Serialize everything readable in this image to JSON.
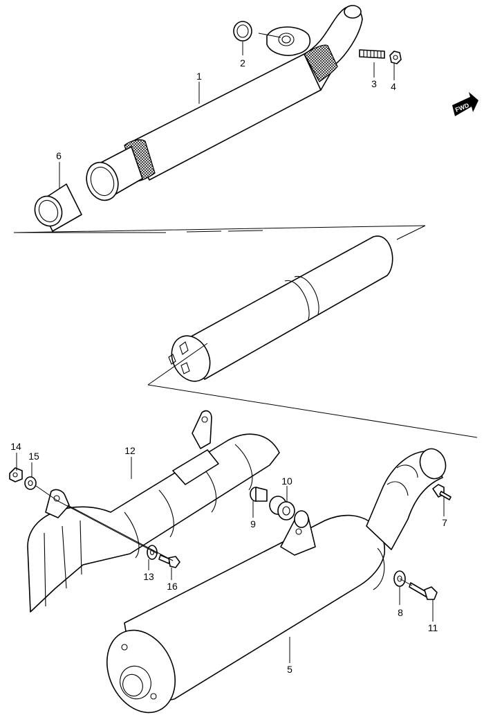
{
  "fwd_badge": {
    "label": "FWD"
  },
  "callouts": [
    {
      "id": "1",
      "label": "1"
    },
    {
      "id": "2",
      "label": "2"
    },
    {
      "id": "3",
      "label": "3"
    },
    {
      "id": "4",
      "label": "4"
    },
    {
      "id": "5",
      "label": "5"
    },
    {
      "id": "6",
      "label": "6"
    },
    {
      "id": "7",
      "label": "7"
    },
    {
      "id": "8",
      "label": "8"
    },
    {
      "id": "9",
      "label": "9"
    },
    {
      "id": "10",
      "label": "10"
    },
    {
      "id": "11",
      "label": "11"
    },
    {
      "id": "12",
      "label": "12"
    },
    {
      "id": "13",
      "label": "13"
    },
    {
      "id": "14",
      "label": "14"
    },
    {
      "id": "15",
      "label": "15"
    },
    {
      "id": "16",
      "label": "16"
    }
  ]
}
